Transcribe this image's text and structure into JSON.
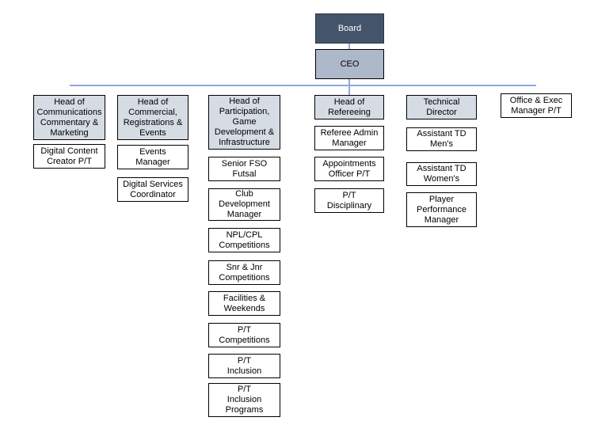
{
  "colors": {
    "page_bg": "#FFFFFF",
    "board_fill": "#44546A",
    "board_text": "#FFFFFF",
    "ceo_fill": "#ADB9CA",
    "head_fill": "#D6DCE4",
    "subordinate_fill": "#FFFFFF",
    "box_border": "#000000",
    "connector": "#8FA8DB"
  },
  "org": {
    "board": {
      "label": "Board"
    },
    "ceo": {
      "label": "CEO"
    },
    "columns": [
      {
        "head": {
          "label": "Head of\nCommunications\nCommentary &\nMarketing"
        },
        "reports": [
          {
            "label": "Digital Content\nCreator P/T"
          }
        ]
      },
      {
        "head": {
          "label": "Head of\nCommercial,\nRegistrations &\nEvents"
        },
        "reports": [
          {
            "label": "Events\nManager"
          },
          {
            "label": "Digital Services\nCoordinator"
          }
        ]
      },
      {
        "head": {
          "label": "Head of\nParticipation,\nGame\nDevelopment &\nInfrastructure"
        },
        "reports": [
          {
            "label": "Senior FSO\nFutsal"
          },
          {
            "label": "Club\nDevelopment\nManager"
          },
          {
            "label": "NPL/CPL\nCompetitions"
          },
          {
            "label": "Snr & Jnr\nCompetitions"
          },
          {
            "label": "Facilities &\nWeekends"
          },
          {
            "label": "P/T\nCompetitions"
          },
          {
            "label": "P/T\nInclusion"
          },
          {
            "label": "P/T\nInclusion\nPrograms"
          }
        ]
      },
      {
        "head": {
          "label": "Head of\nRefereeing"
        },
        "reports": [
          {
            "label": "Referee Admin\nManager"
          },
          {
            "label": "Appointments\nOfficer P/T"
          },
          {
            "label": "P/T\nDisciplinary"
          }
        ]
      },
      {
        "head": {
          "label": "Technical\nDirector"
        },
        "reports": [
          {
            "label": "Assistant TD\nMen's"
          },
          {
            "label": "Assistant TD\nWomen's"
          },
          {
            "label": "Player\nPerformance\nManager"
          }
        ]
      },
      {
        "head": {
          "label": "Office & Exec\nManager P/T"
        },
        "reports": []
      }
    ]
  }
}
